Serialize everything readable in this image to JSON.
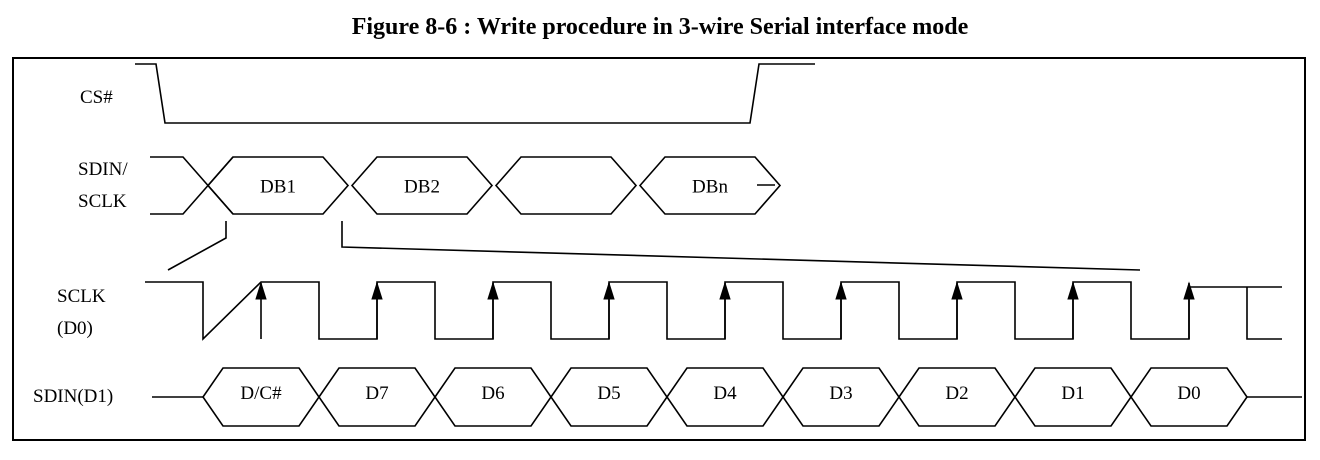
{
  "figure": {
    "title": "Figure 8-6 : Write procedure in 3-wire Serial interface mode"
  },
  "signals": {
    "cs": "CS#",
    "sdin_sclk_line1": "SDIN/",
    "sdin_sclk_line2": "SCLK",
    "sclk_line1": "SCLK",
    "sclk_line2": "(D0)",
    "sdin_d1": "SDIN(D1)"
  },
  "bytes": [
    "DB1",
    "DB2",
    "",
    "DBn"
  ],
  "bits": [
    "D/C#",
    "D7",
    "D6",
    "D5",
    "D4",
    "D3",
    "D2",
    "D1",
    "D0"
  ]
}
